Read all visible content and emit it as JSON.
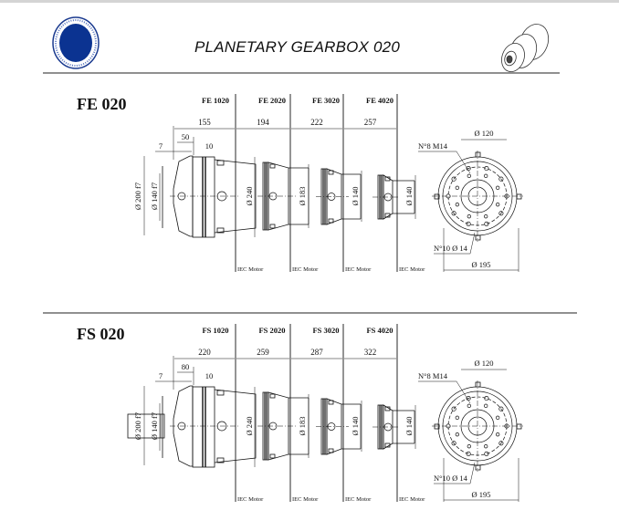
{
  "header": {
    "title": "PLANETARY GEARBOX 020",
    "logo": "company-seal-logo",
    "product_image": "gearbox-illustration"
  },
  "sections": [
    {
      "name": "FE 020",
      "models": [
        "FE 1020",
        "FE 2020",
        "FE 3020",
        "FE 4020"
      ],
      "lengths": [
        "155",
        "194",
        "222",
        "257"
      ],
      "flange_dims": {
        "a": "7",
        "b": "50",
        "c": "10"
      },
      "diameters": {
        "outer": "Ø 200 f7",
        "pilot": "Ø 140 f7",
        "d1": "Ø 240",
        "d2": "Ø 183",
        "d3": "Ø 140",
        "d4": "Ø 140"
      },
      "front_view": {
        "bolts": "N°8 M14",
        "inner": "Ø 120",
        "holes": "N°10 Ø 14",
        "pcd": "Ø 195"
      },
      "motor_label": "IEC Motor",
      "shaft": false
    },
    {
      "name": "FS 020",
      "models": [
        "FS 1020",
        "FS 2020",
        "FS 3020",
        "FS 4020"
      ],
      "lengths": [
        "220",
        "259",
        "287",
        "322"
      ],
      "flange_dims": {
        "a": "7",
        "b": "80",
        "c": "10"
      },
      "diameters": {
        "outer": "Ø 200 f7",
        "pilot": "Ø 140 f7",
        "d1": "Ø 240",
        "d2": "Ø 183",
        "d3": "Ø 140",
        "d4": "Ø 140"
      },
      "front_view": {
        "bolts": "N°8 M14",
        "inner": "Ø 120",
        "holes": "N°10 Ø 14",
        "pcd": "Ø 195"
      },
      "motor_label": "IEC Motor",
      "shaft": true
    }
  ]
}
